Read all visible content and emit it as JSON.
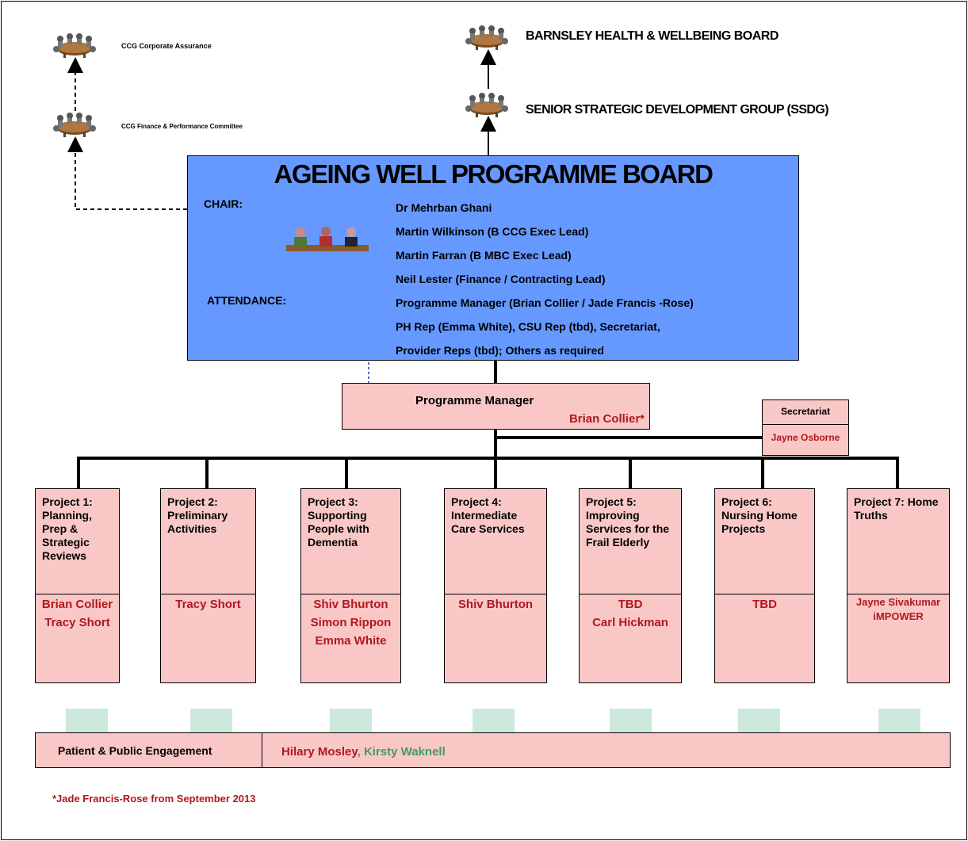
{
  "governance": {
    "ccg_corporate_assurance": "CCG Corporate Assurance",
    "ccg_finance_committee": "CCG Finance & Performance  Committee",
    "health_wellbeing_board": "BARNSLEY HEALTH & WELLBEING BOARD",
    "ssdg": "SENIOR STRATEGIC DEVELOPMENT GROUP (SSDG)"
  },
  "board": {
    "title": "AGEING WELL PROGRAMME BOARD",
    "chair_label": "CHAIR:",
    "attendance_label": "ATTENDANCE:",
    "members": [
      "Dr Mehrban Ghani",
      "Martin Wilkinson (B CCG Exec Lead)",
      "Martin Farran (B MBC Exec Lead)",
      "Neil Lester (Finance / Contracting Lead)",
      "Programme Manager (Brian Collier / Jade Francis -Rose)",
      "PH Rep (Emma White), CSU Rep (tbd), Secretariat,",
      "Provider Reps (tbd); Others as required"
    ],
    "color": "#6699ff"
  },
  "programme_manager": {
    "label": "Programme Manager",
    "name": "Brian Collier*"
  },
  "secretariat": {
    "label": "Secretariat",
    "name": "Jayne Osborne"
  },
  "projects": [
    {
      "title": "Project 1: Planning, Prep & Strategic Reviews",
      "leads": [
        "Brian Collier",
        "Tracy Short"
      ]
    },
    {
      "title": "Project 2: Preliminary Activities",
      "leads": [
        "Tracy Short"
      ]
    },
    {
      "title": "Project  3: Supporting People with Dementia",
      "leads": [
        "Shiv Bhurton",
        "Simon Rippon",
        "Emma White"
      ]
    },
    {
      "title": "Project 4: Intermediate Care Services",
      "leads": [
        "Shiv Bhurton"
      ]
    },
    {
      "title": "Project 5: Improving Services for the Frail Elderly",
      "leads": [
        "TBD",
        "Carl Hickman"
      ]
    },
    {
      "title": "Project 6: Nursing Home Projects",
      "leads": [
        "TBD"
      ]
    },
    {
      "title": "Project 7: Home Truths",
      "leads": [
        "Jayne Sivakumar",
        "iMPOWER"
      ]
    }
  ],
  "engagement": {
    "label": "Patient & Public Engagement",
    "name1": "Hilary Mosley",
    "separator": ",",
    "name2": "Kirsty  Waknell"
  },
  "footnote": "*Jade Francis-Rose  from September 2013",
  "colors": {
    "pink": "#f9c8c6",
    "red_text": "#b01820",
    "green_text": "#3f9a6a",
    "tab": "#cde9dd"
  },
  "icons": [
    "meeting-table-icon",
    "people-at-desk-icon"
  ]
}
